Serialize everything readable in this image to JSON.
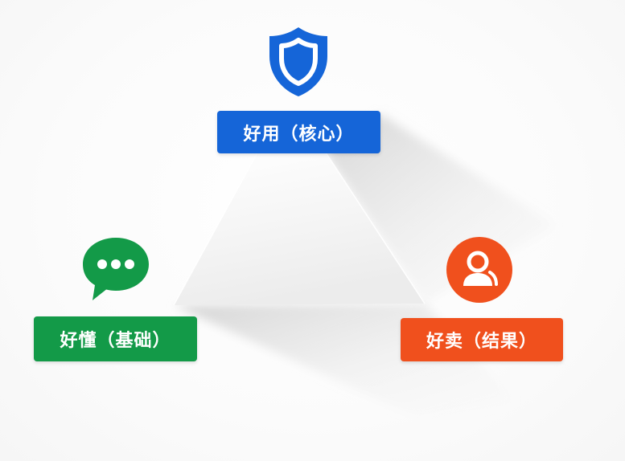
{
  "nodes": {
    "top": {
      "label": "好用（核心）",
      "icon": "shield-icon",
      "color": "#1565d8"
    },
    "left": {
      "label": "好懂（基础）",
      "icon": "chat-bubble-icon",
      "color": "#139a48"
    },
    "right": {
      "label": "好卖（结果）",
      "icon": "user-icon",
      "color": "#f0501d"
    }
  },
  "colors": {
    "pyramid_light": "#ffffff",
    "pyramid_shadow": "#d9d9d9"
  }
}
